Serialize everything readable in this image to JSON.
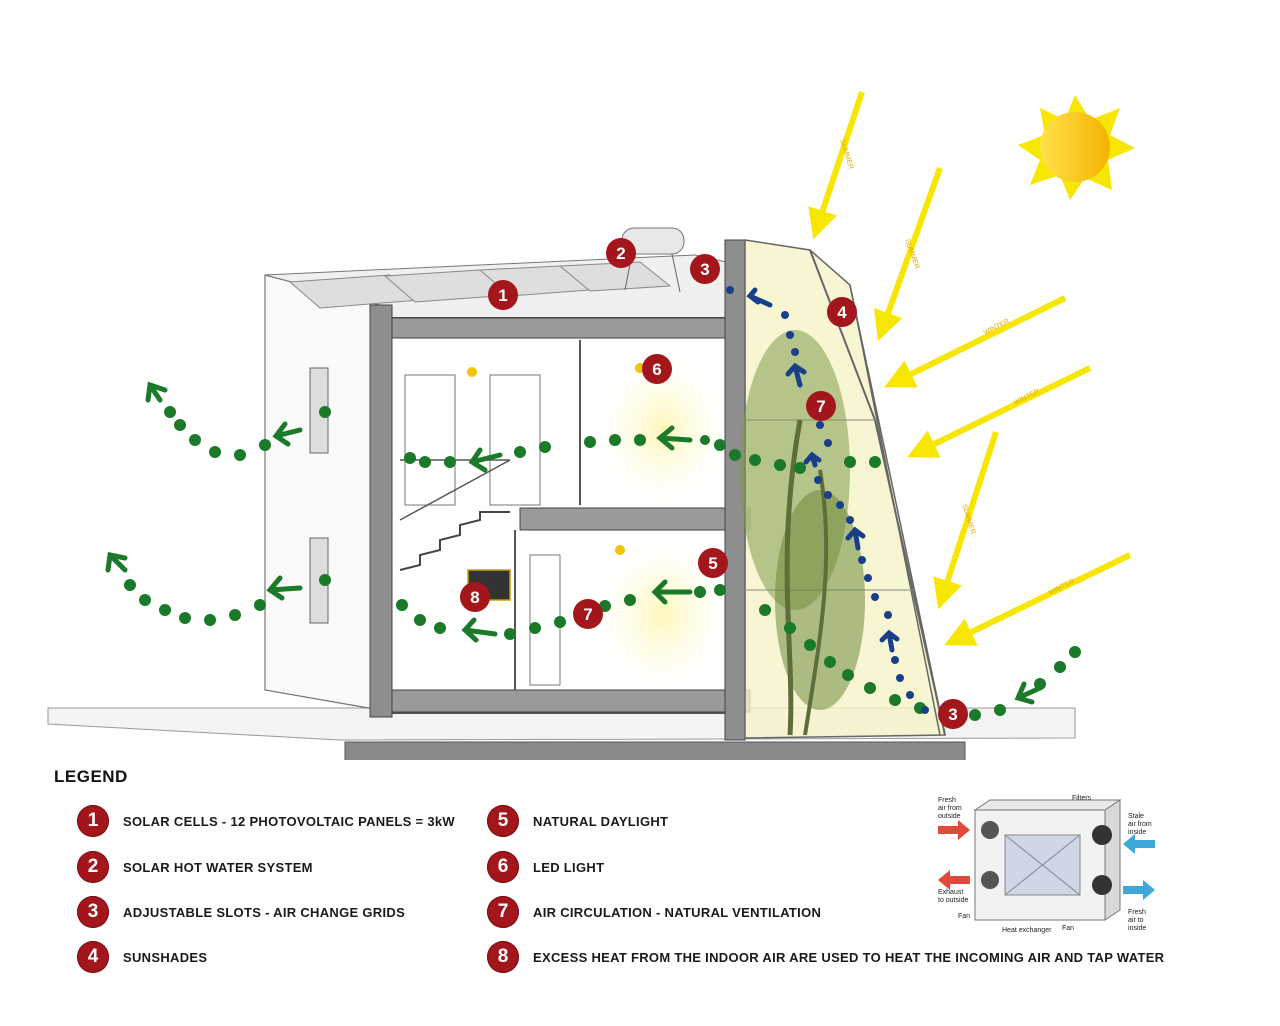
{
  "diagram": {
    "callouts": [
      "1",
      "2",
      "3",
      "3",
      "4",
      "5",
      "6",
      "7",
      "7",
      "8"
    ],
    "sun_arrows": [
      "SUMMER",
      "SUMMER",
      "WINTER",
      "WINTER",
      "SUMMER",
      "WINTER"
    ],
    "colors": {
      "badge": "#a3161c",
      "green_flow": "#1a7a2a",
      "blue_flow": "#1a3f8a",
      "sun": "#f7e600"
    }
  },
  "legend": {
    "title": "LEGEND",
    "items": [
      {
        "num": "1",
        "label": "SOLAR CELLS - 12 PHOTOVOLTAIC PANELS = 3kW"
      },
      {
        "num": "2",
        "label": "SOLAR HOT WATER SYSTEM"
      },
      {
        "num": "3",
        "label": "ADJUSTABLE SLOTS - AIR CHANGE GRIDS"
      },
      {
        "num": "4",
        "label": "SUNSHADES"
      },
      {
        "num": "5",
        "label": "NATURAL DAYLIGHT"
      },
      {
        "num": "6",
        "label": "LED LIGHT"
      },
      {
        "num": "7",
        "label": "AIR CIRCULATION - NATURAL VENTILATION"
      },
      {
        "num": "8",
        "label": "EXCESS HEAT FROM THE INDOOR AIR ARE USED TO HEAT THE INCOMING AIR AND TAP WATER"
      }
    ]
  },
  "inset": {
    "fresh_in": [
      "Fresh",
      "air from",
      "outside"
    ],
    "filters": "Filters",
    "stale_in": [
      "Stale",
      "air from",
      "inside"
    ],
    "exhaust": [
      "Exhaust",
      "to outside"
    ],
    "fresh_out": [
      "Fresh",
      "air to",
      "inside"
    ],
    "fan": "Fan",
    "heat_exchanger": "Heat exchanger"
  }
}
